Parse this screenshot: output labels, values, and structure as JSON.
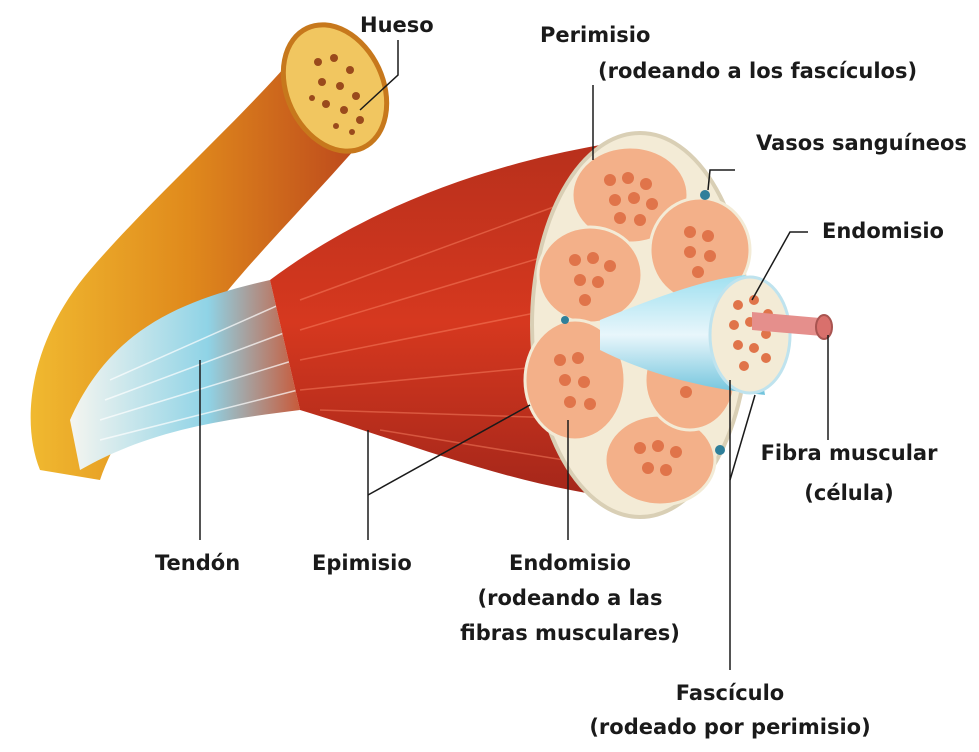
{
  "colors": {
    "bone_outer": "#e6a21c",
    "bone_inner": "#f3cf6b",
    "tendon": "#8fd3e6",
    "muscle": "#c8281c",
    "fiber": "#e07a4a",
    "sheath": "#f3ebd6"
  },
  "labels": {
    "hueso": "Hueso",
    "perimisio_title": "Perimisio",
    "perimisio_sub": "(rodeando a los fascículos)",
    "vasos": "Vasos sanguíneos",
    "endomisio_right": "Endomisio",
    "fibra_title": "Fibra muscular",
    "fibra_sub": "(célula)",
    "tendon": "Tendón",
    "epimisio": "Epimisio",
    "endomisio_bottom_title": "Endomisio",
    "endomisio_bottom_sub1": "(rodeando a las",
    "endomisio_bottom_sub2": "fibras musculares)",
    "fasciculo_title": "Fascículo",
    "fasciculo_sub": "(rodeado por perimisio)"
  }
}
